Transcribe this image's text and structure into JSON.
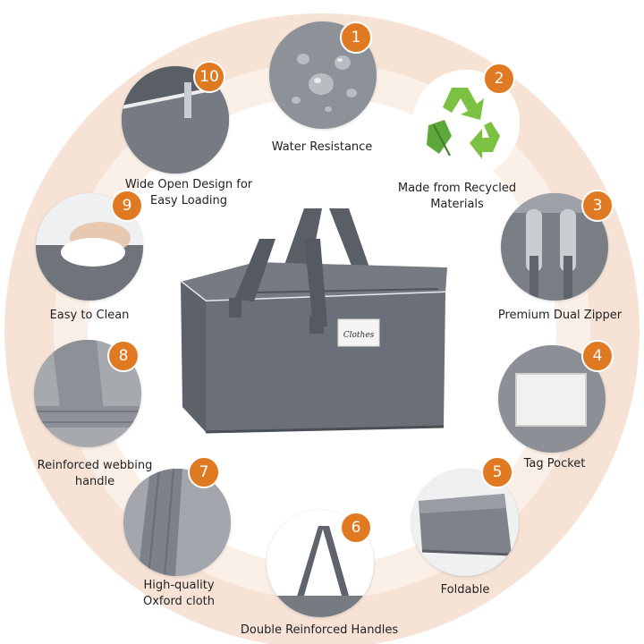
{
  "colors": {
    "accent": "#e07a22",
    "ring_outer": "#f6e3d6",
    "ring_inner": "#fbf0e8",
    "bag": "#6b7078"
  },
  "bag": {
    "tag_text": "Clothes"
  },
  "features": [
    {
      "number": "1",
      "label": "Water Resistance",
      "icon": "water-droplets-photo"
    },
    {
      "number": "2",
      "label": "Made from Recycled\nMaterials",
      "icon": "recycle-leaf-photo"
    },
    {
      "number": "3",
      "label": "Premium Dual Zipper",
      "icon": "dual-zipper-photo"
    },
    {
      "number": "4",
      "label": "Tag Pocket",
      "icon": "tag-pocket-photo"
    },
    {
      "number": "5",
      "label": "Foldable",
      "icon": "folded-bag-photo"
    },
    {
      "number": "6",
      "label": "Double Reinforced Handles",
      "icon": "handles-photo"
    },
    {
      "number": "7",
      "label": "High-quality\nOxford cloth",
      "icon": "oxford-cloth-photo"
    },
    {
      "number": "8",
      "label": "Reinforced webbing\nhandle",
      "icon": "webbing-handle-photo"
    },
    {
      "number": "9",
      "label": "Easy to Clean",
      "icon": "wiping-towel-photo"
    },
    {
      "number": "10",
      "label": "Wide Open Design for\nEasy Loading",
      "icon": "open-bag-photo"
    }
  ]
}
